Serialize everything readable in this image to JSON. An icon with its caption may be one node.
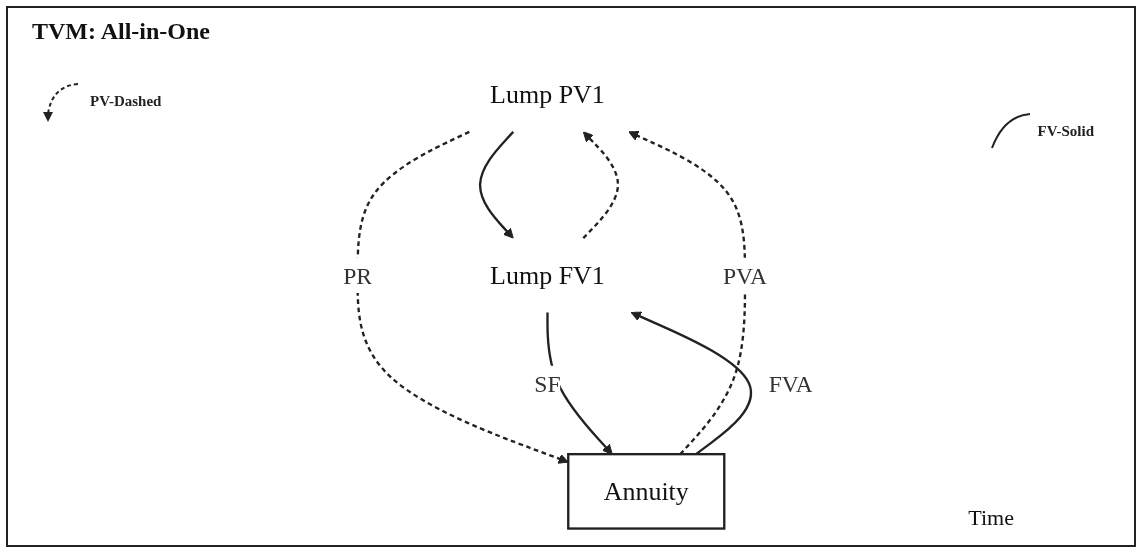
{
  "diagram": {
    "title": "TVM: All-in-One",
    "nodes": [
      {
        "text": [
          "Lump PV1"
        ]
      },
      {
        "text": [
          "Lump FV1"
        ]
      },
      {
        "text": [
          "Annuity"
        ]
      }
    ],
    "edges": [
      {
        "from": 0,
        "to": 1,
        "arrow": "to"
      },
      {
        "from": 1,
        "to": 0,
        "arrow": "to",
        "style": "dashed"
      },
      {
        "from": 0,
        "to": 2,
        "arrow": "to",
        "style": "dashed",
        "label": "PR"
      },
      {
        "from": 2,
        "to": 0,
        "arrow": "to",
        "style": "dashed",
        "label": "PVA"
      },
      {
        "from": 1,
        "to": 2,
        "arrow": "to",
        "label": "SF"
      },
      {
        "from": 2,
        "to": 1,
        "arrow": "to",
        "label": "FVA"
      }
    ],
    "labels": [
      "Time"
    ],
    "legend": [
      {
        "text": "PV-Dashed"
      },
      {
        "text": "FV-Solid"
      }
    ]
  }
}
